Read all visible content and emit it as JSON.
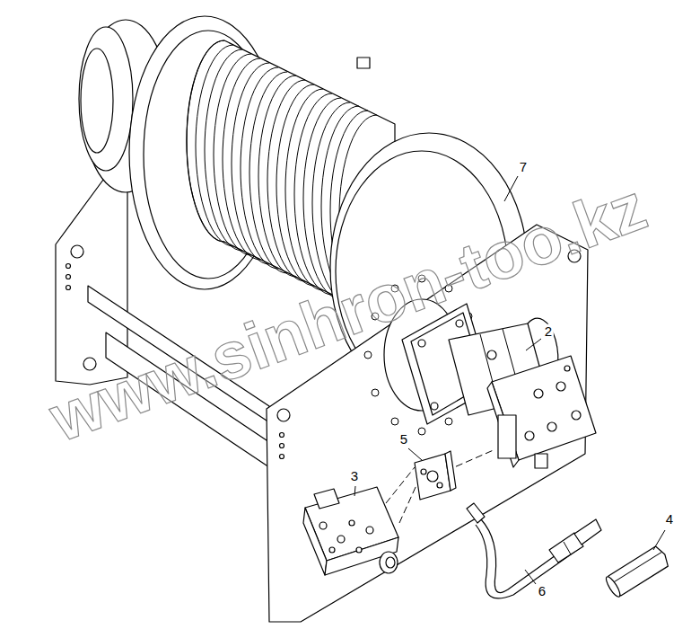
{
  "diagram": {
    "labels": [
      "7",
      "2",
      "5",
      "3",
      "4",
      "6",
      "www.sinhron-too.kz"
    ]
  }
}
